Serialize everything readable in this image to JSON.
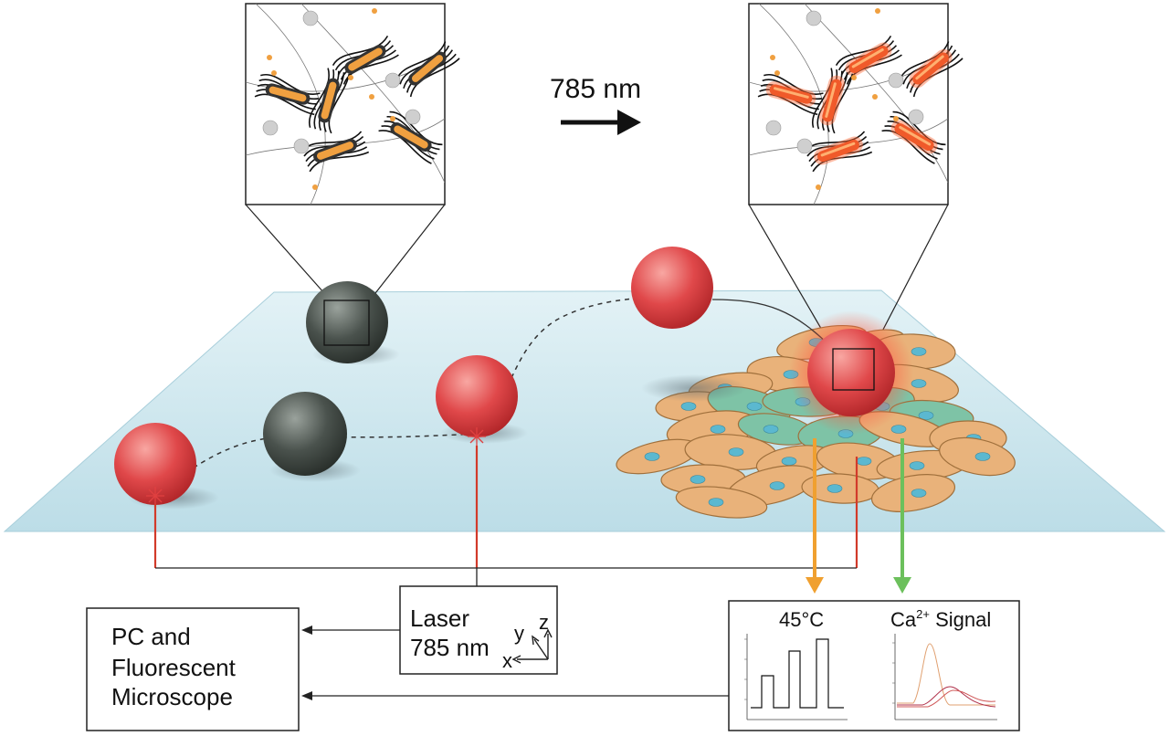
{
  "arrow_label": "785 nm",
  "laser_box": {
    "line1": "Laser",
    "line2": "785 nm",
    "axis_x": "x",
    "axis_y": "y",
    "axis_z": "z"
  },
  "pc_box": {
    "line1": "PC and",
    "line2": "Fluorescent",
    "line3": "Microscope"
  },
  "signals": {
    "temp_label": "45°C",
    "ca_prefix": "Ca",
    "ca_superscript": "2+",
    "ca_suffix": " Signal"
  },
  "colors": {
    "particle_dark": "#4a524d",
    "particle_red": "#e0484a",
    "cell_orange": "#e9b27a",
    "cell_green": "#7ec3a6",
    "nucleus": "#5bb8d0",
    "surface": "#cfe8ef",
    "laser_line": "#d23a2a",
    "arrow_orange": "#f0a030",
    "arrow_green": "#6cc05c"
  }
}
